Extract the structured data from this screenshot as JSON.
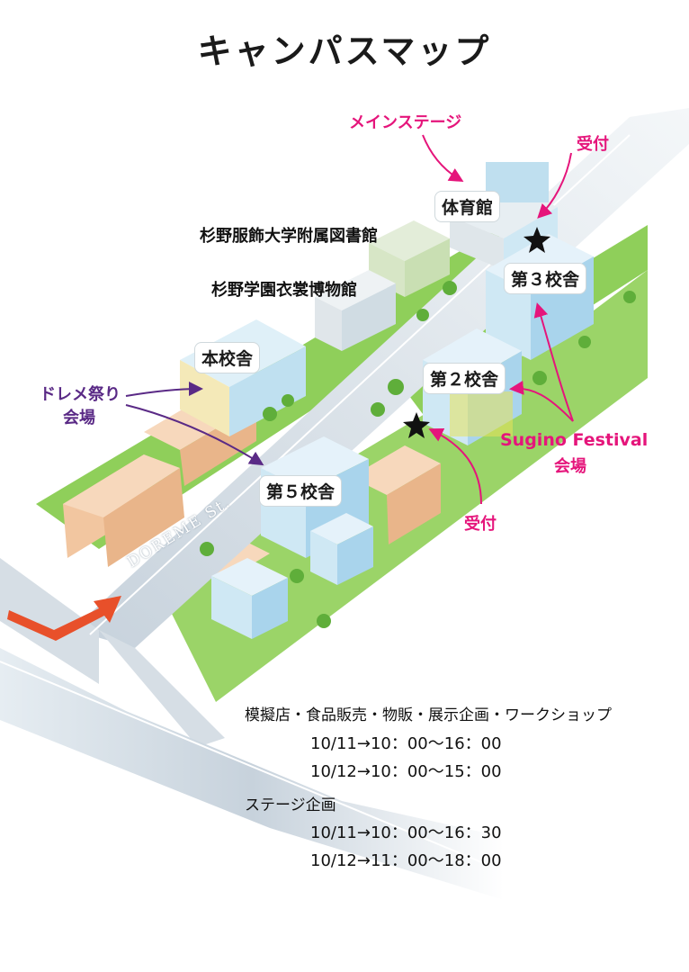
{
  "title": "キャンパスマップ",
  "buildings": {
    "gym": "体育館",
    "library": "杉野服飾大学附属図書館",
    "museum": "杉野学園衣裳博物館",
    "main": "本校舎",
    "bldg3": "第３校舎",
    "bldg2": "第２校舎",
    "bldg5": "第５校舎"
  },
  "callouts": {
    "main_stage": "メインステージ",
    "reception_top": "受付",
    "reception_bottom": "受付",
    "doremi_line1": "ドレメ祭り",
    "doremi_line2": "会場",
    "sugino_line1": "Sugino Festival",
    "sugino_line2": "会場"
  },
  "street_name": "DOREME St.",
  "schedule": {
    "sales_heading": "模擬店・食品販売・物販・展示企画・ワークショップ",
    "sales_times": [
      "10/11→10：00～16：00",
      "10/12→10：00～15：00"
    ],
    "stage_heading": "ステージ企画",
    "stage_times": [
      "10/11→10：00～16：30",
      "10/12→11：00～18：00"
    ]
  },
  "colors": {
    "pink": "#e5157b",
    "purple": "#5a2a86",
    "road": "#c7d2dc",
    "grass": "#8fcf5a",
    "building": "#cfe8f4",
    "lot": "#f2c6a0",
    "arrow": "#e8502a"
  },
  "icons": [
    "star-icon",
    "arrow-icon"
  ]
}
